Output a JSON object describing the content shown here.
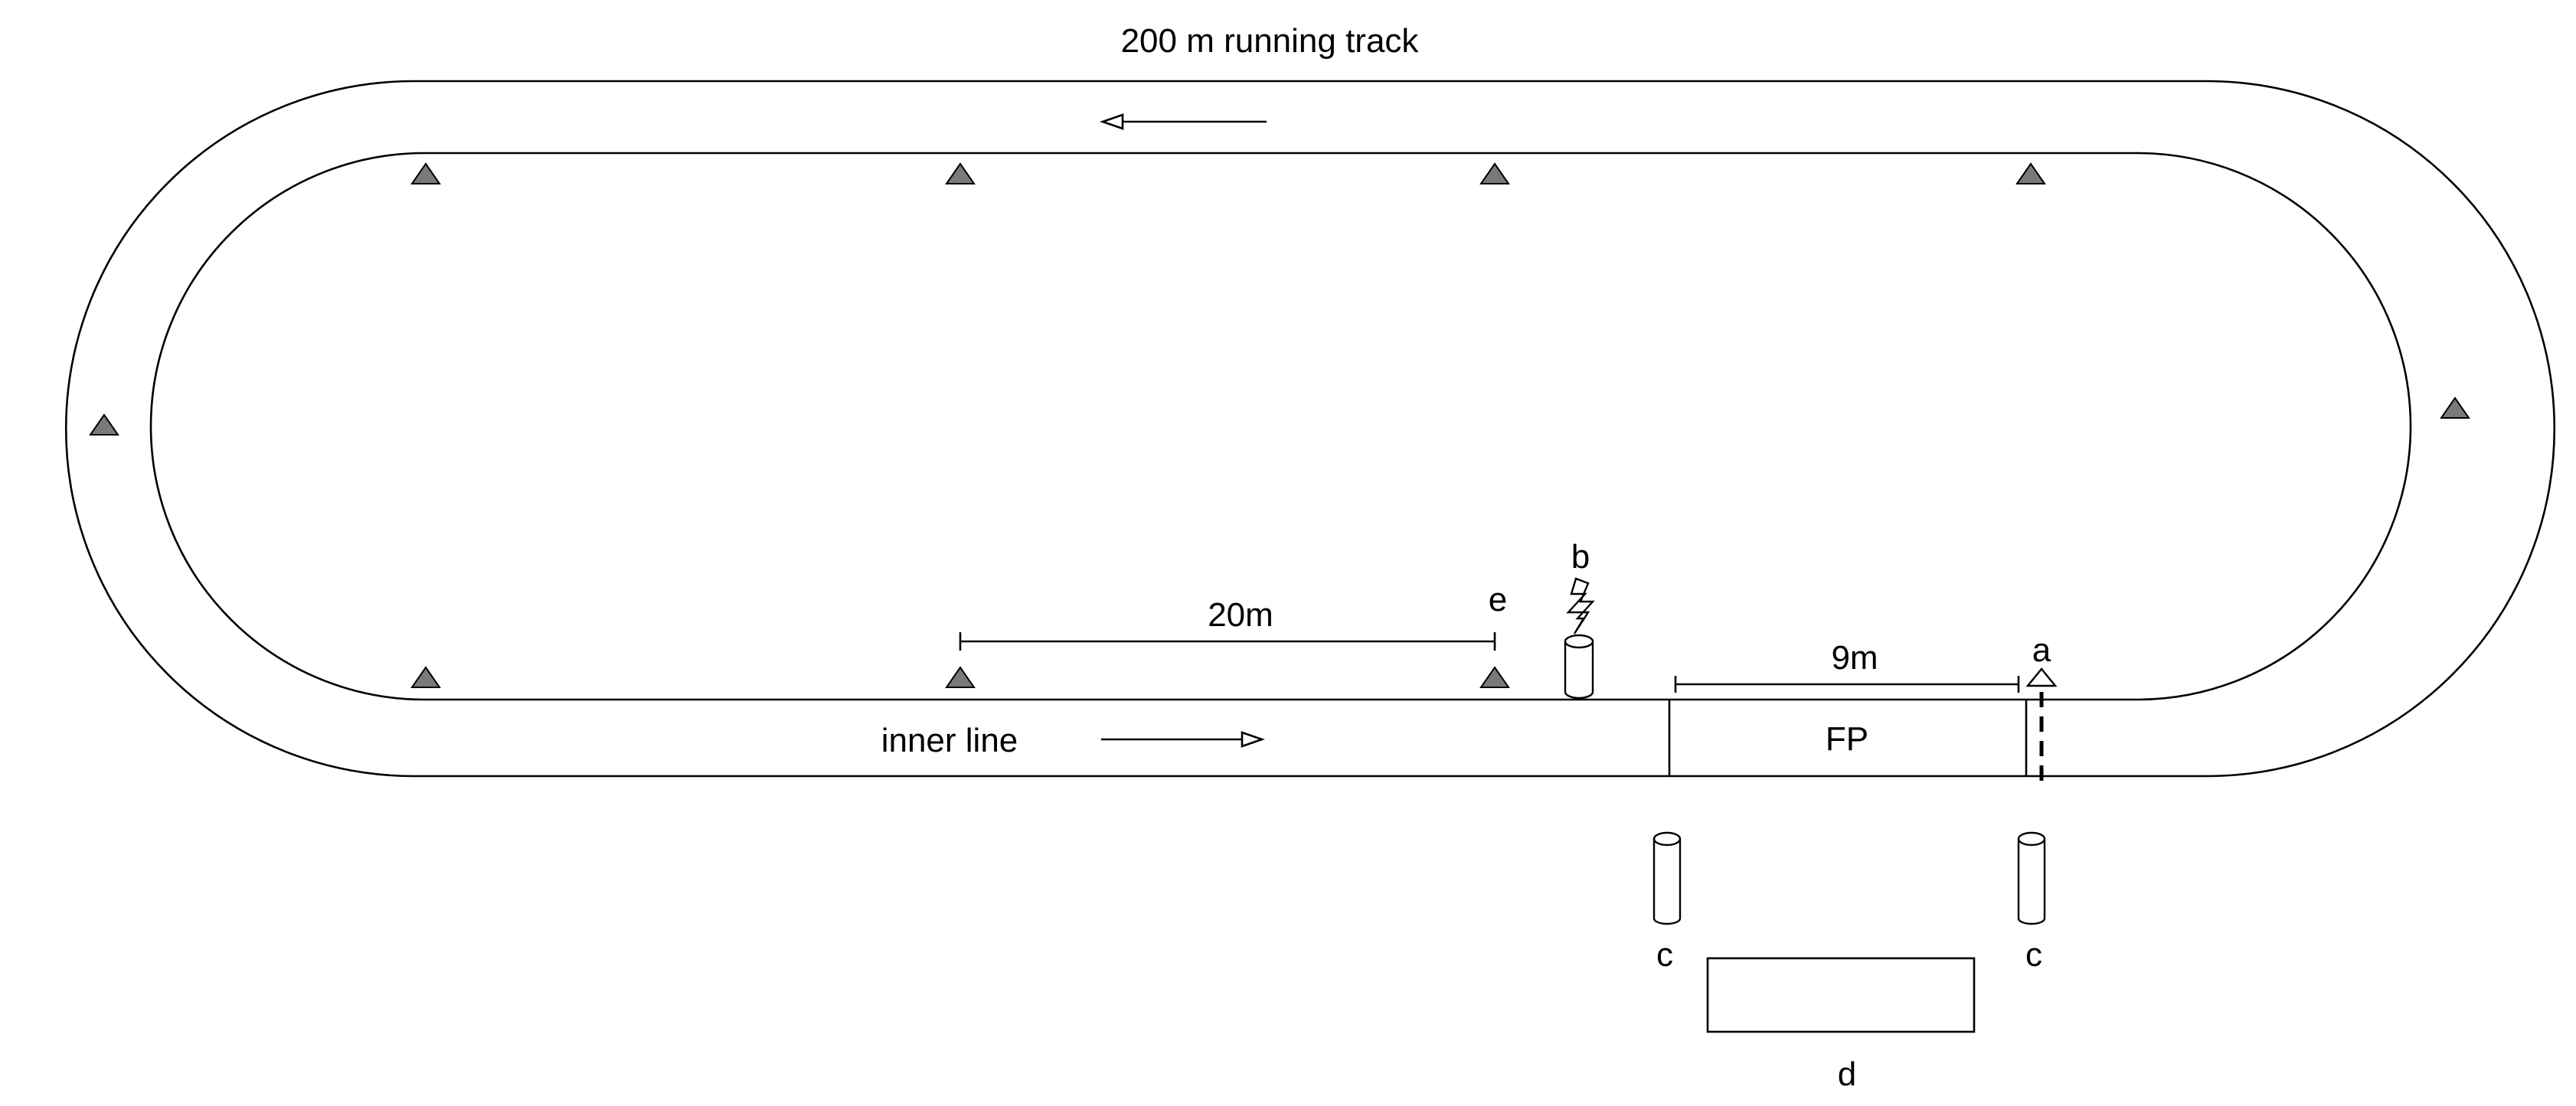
{
  "title": "200 m running track",
  "labels": {
    "inner_line": "inner line",
    "distance_20m": "20m",
    "distance_9m": "9m",
    "fp": "FP",
    "a": "a",
    "b": "b",
    "c_left": "c",
    "c_right": "c",
    "d": "d",
    "e": "e"
  },
  "colors": {
    "line": "#000000",
    "cone_fill": "#7a7a7a",
    "background": "#ffffff"
  },
  "icons": {
    "cone": "cone-icon",
    "lightning": "lightning-icon",
    "cylinder": "cylinder-icon"
  }
}
